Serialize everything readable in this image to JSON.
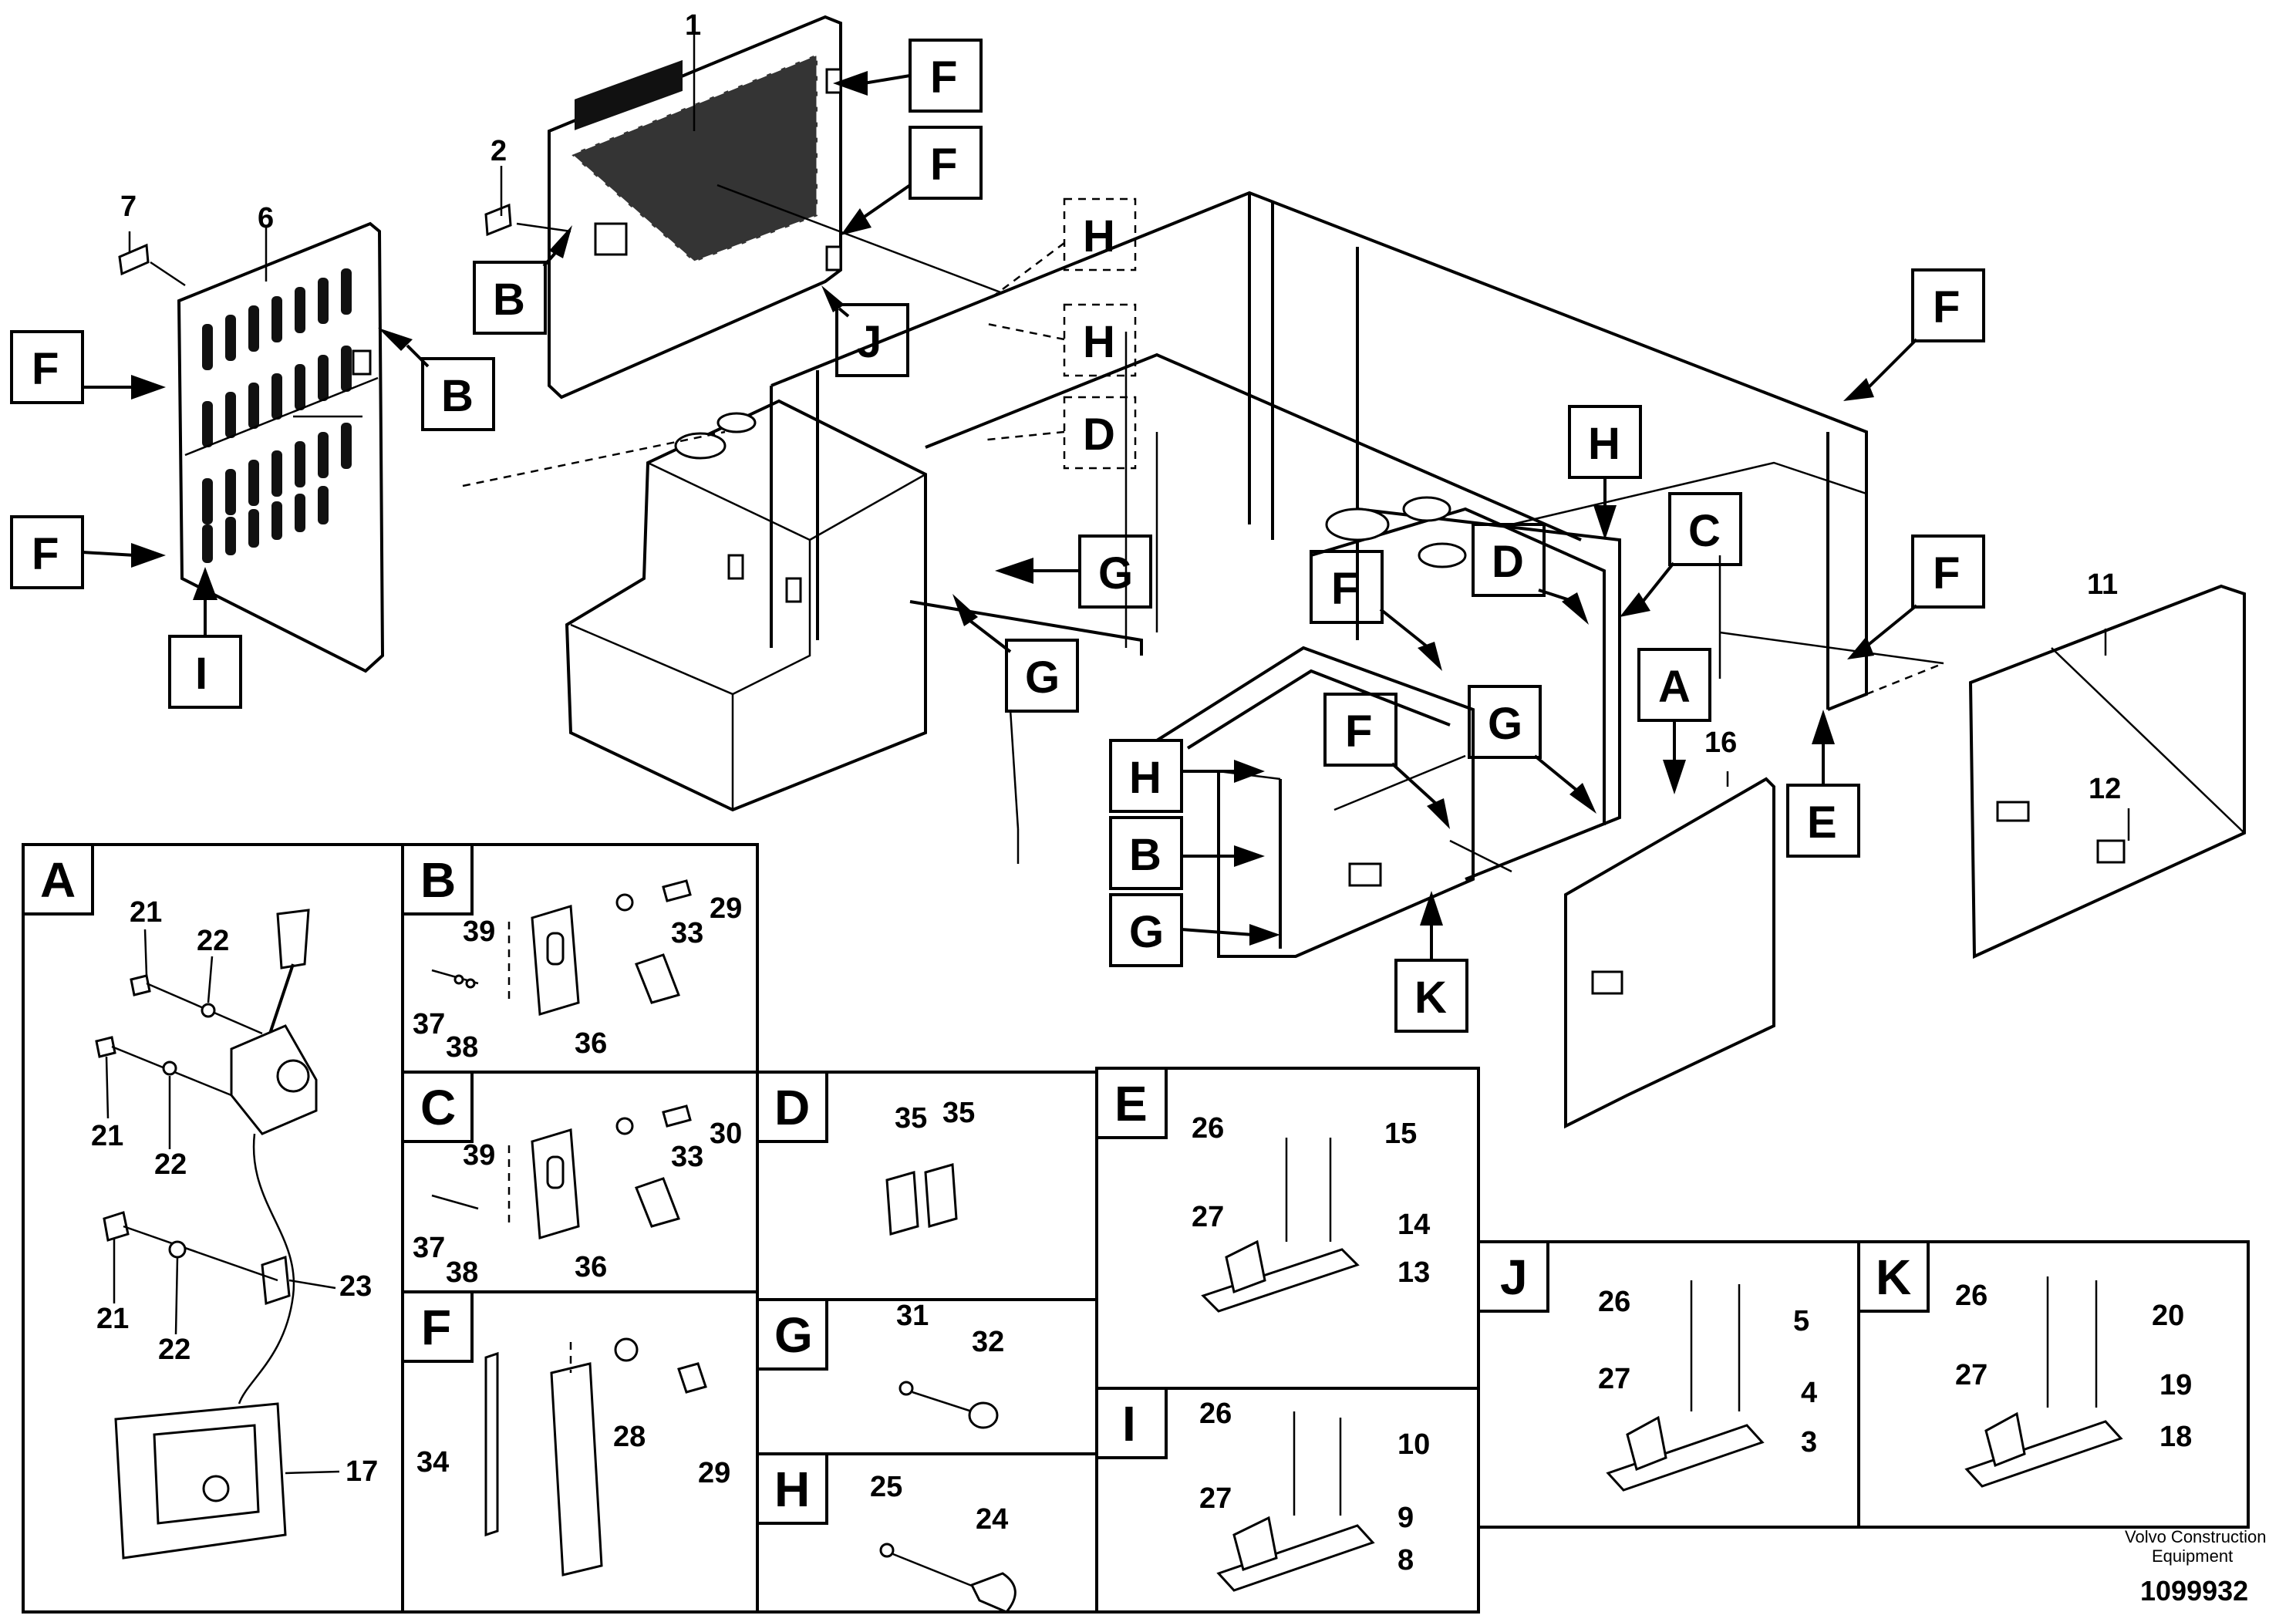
{
  "callout_letters": [
    "A",
    "B",
    "C",
    "D",
    "E",
    "F",
    "G",
    "H",
    "I",
    "J",
    "K"
  ],
  "main_view": {
    "part_numbers": [
      "1",
      "2",
      "6",
      "7",
      "11",
      "12",
      "16"
    ],
    "callouts": [
      "F",
      "F",
      "F",
      "F",
      "F",
      "F",
      "F",
      "F",
      "B",
      "B",
      "B",
      "J",
      "H",
      "H",
      "H",
      "H",
      "D",
      "D",
      "C",
      "G",
      "G",
      "G",
      "G",
      "I",
      "A",
      "E",
      "K"
    ]
  },
  "panels": {
    "A": {
      "letter": "A",
      "numbers": [
        "21",
        "22",
        "21",
        "22",
        "23",
        "21",
        "22",
        "17"
      ]
    },
    "B": {
      "letter": "B",
      "numbers": [
        "39",
        "33",
        "29",
        "37",
        "38",
        "36"
      ]
    },
    "C": {
      "letter": "C",
      "numbers": [
        "39",
        "33",
        "30",
        "37",
        "38",
        "36"
      ]
    },
    "D": {
      "letter": "D",
      "numbers": [
        "35",
        "35"
      ]
    },
    "E": {
      "letter": "E",
      "numbers": [
        "26",
        "15",
        "27",
        "14",
        "13"
      ]
    },
    "F": {
      "letter": "F",
      "numbers": [
        "34",
        "28",
        "29"
      ]
    },
    "G": {
      "letter": "G",
      "numbers": [
        "31",
        "32"
      ]
    },
    "H": {
      "letter": "H",
      "numbers": [
        "25",
        "24"
      ]
    },
    "I": {
      "letter": "I",
      "numbers": [
        "26",
        "10",
        "27",
        "9",
        "8"
      ]
    },
    "J": {
      "letter": "J",
      "numbers": [
        "26",
        "5",
        "27",
        "4",
        "3"
      ]
    },
    "K": {
      "letter": "K",
      "numbers": [
        "26",
        "20",
        "27",
        "19",
        "18"
      ]
    }
  },
  "footer": {
    "company_line1": "Volvo Construction",
    "company_line2": "Equipment",
    "doc_number": "1099932"
  }
}
